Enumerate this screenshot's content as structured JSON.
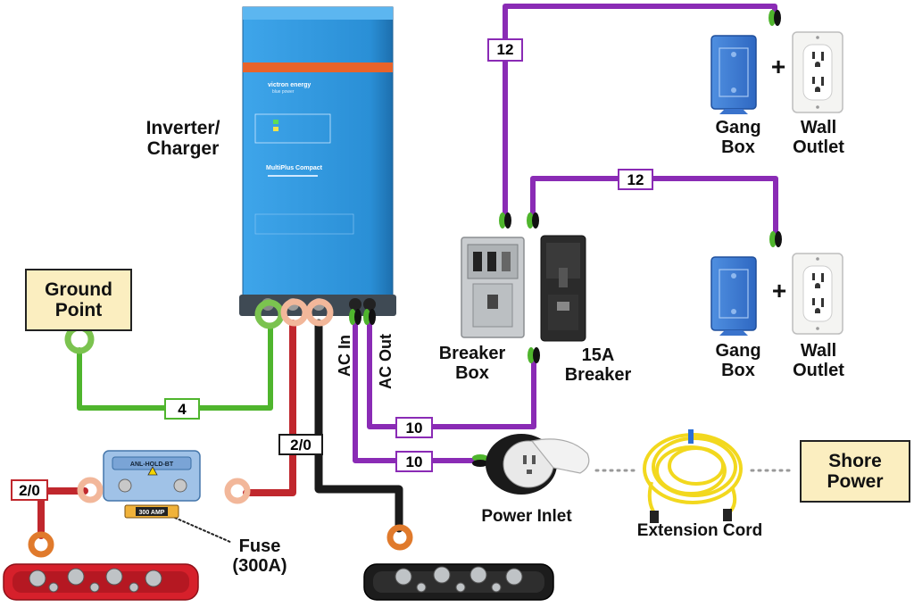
{
  "labels": {
    "inverter_line1": "Inverter/",
    "inverter_line2": "Charger",
    "ground_line1": "Ground",
    "ground_line2": "Point",
    "gang_box_top_line1": "Gang",
    "gang_box_top_line2": "Box",
    "wall_outlet_top_line1": "Wall",
    "wall_outlet_top_line2": "Outlet",
    "gang_box_bottom_line1": "Gang",
    "gang_box_bottom_line2": "Box",
    "wall_outlet_bottom_line1": "Wall",
    "wall_outlet_bottom_line2": "Outlet",
    "breaker_box_line1": "Breaker",
    "breaker_box_line2": "Box",
    "breaker_15a_line1": "15A",
    "breaker_15a_line2": "Breaker",
    "ac_in": "AC In",
    "ac_out": "AC Out",
    "power_inlet": "Power Inlet",
    "extension_cord": "Extension Cord",
    "shore_line1": "Shore",
    "shore_line2": "Power",
    "fuse_line1": "Fuse",
    "fuse_line2": "(300A)"
  },
  "device_text": {
    "brand": "victron energy",
    "brand_sub": "blue power",
    "model": "MultiPlus Compact",
    "fuse_plate": "300 AMP",
    "fuse_holder": "ANL-HOLD-BT"
  },
  "gauges": {
    "top_outlet_wire": "12",
    "bottom_outlet_wire": "12",
    "ground_wire": "4",
    "battery_cable_left": "2/0",
    "battery_cable_main": "2/0",
    "ac_out_wire": "10",
    "ac_in_wire": "10"
  },
  "colors": {
    "ac_wire": "#8a2bb5",
    "ground_wire": "#4fb52d",
    "positive_cable": "#c0272d",
    "negative_cable": "#1a1a1a",
    "label_fill": "#fbeec0",
    "inverter_blue": "#2a8fd6",
    "positive_busbar": "#d6202b",
    "lug_copper": "#f2b79a",
    "lug_orange": "#e07a2c"
  }
}
